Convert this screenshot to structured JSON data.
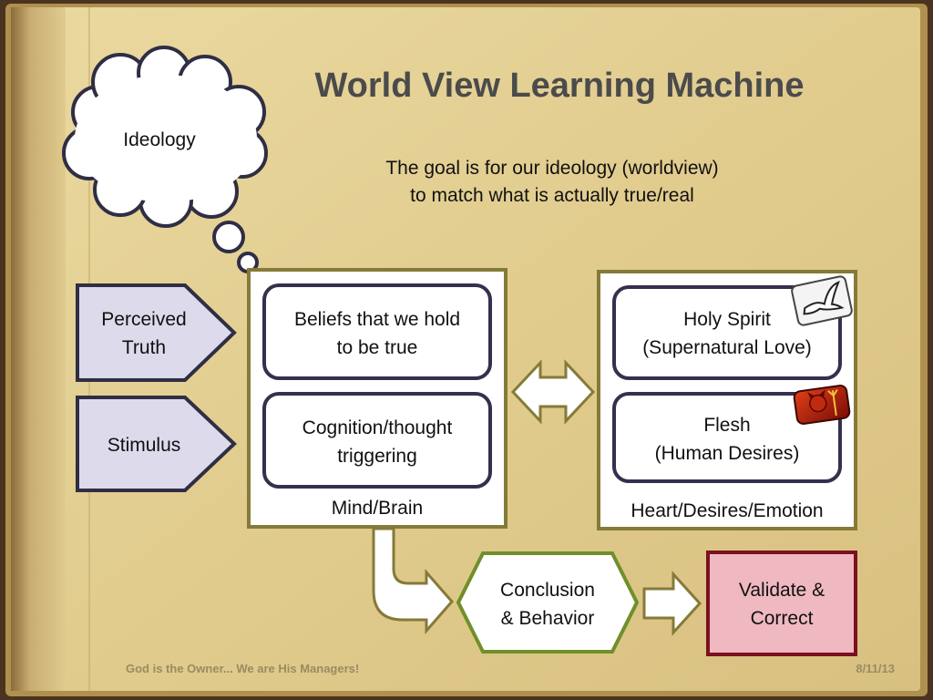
{
  "slide": {
    "title": "World View Learning Machine",
    "subtitle_line1": "The goal is for our ideology (worldview)",
    "subtitle_line2": "to match what is actually true/real",
    "footer_left": "God is the Owner... We are His Managers!",
    "footer_right": "8/11/13"
  },
  "thought_bubble": {
    "label": "Ideology"
  },
  "inputs": [
    {
      "line1": "Perceived",
      "line2": "Truth"
    },
    {
      "line1": "Stimulus"
    }
  ],
  "mind_panel": {
    "caption": "Mind/Brain",
    "boxes": [
      {
        "line1": "Beliefs that we hold",
        "line2": "to be true"
      },
      {
        "line1": "Cognition/thought",
        "line2": "triggering"
      }
    ]
  },
  "heart_panel": {
    "caption": "Heart/Desires/Emotion",
    "boxes": [
      {
        "line1": "Holy Spirit",
        "line2": "(Supernatural Love)",
        "icon": "dove-icon"
      },
      {
        "line1": "Flesh",
        "line2": "(Human Desires)",
        "icon": "devil-icon"
      }
    ]
  },
  "conclusion": {
    "line1": "Conclusion",
    "line2": "& Behavior"
  },
  "validate": {
    "line1": "Validate &",
    "line2": "Correct"
  },
  "colors": {
    "parchment": "#e3cf93",
    "panel_border": "#857a38",
    "box_border": "#34304e",
    "input_fill": "#dcdaeb",
    "validate_fill": "#f0b8c0",
    "validate_border": "#7a1020",
    "hex_border": "#6f8f2a",
    "title": "#4b4b4b"
  }
}
